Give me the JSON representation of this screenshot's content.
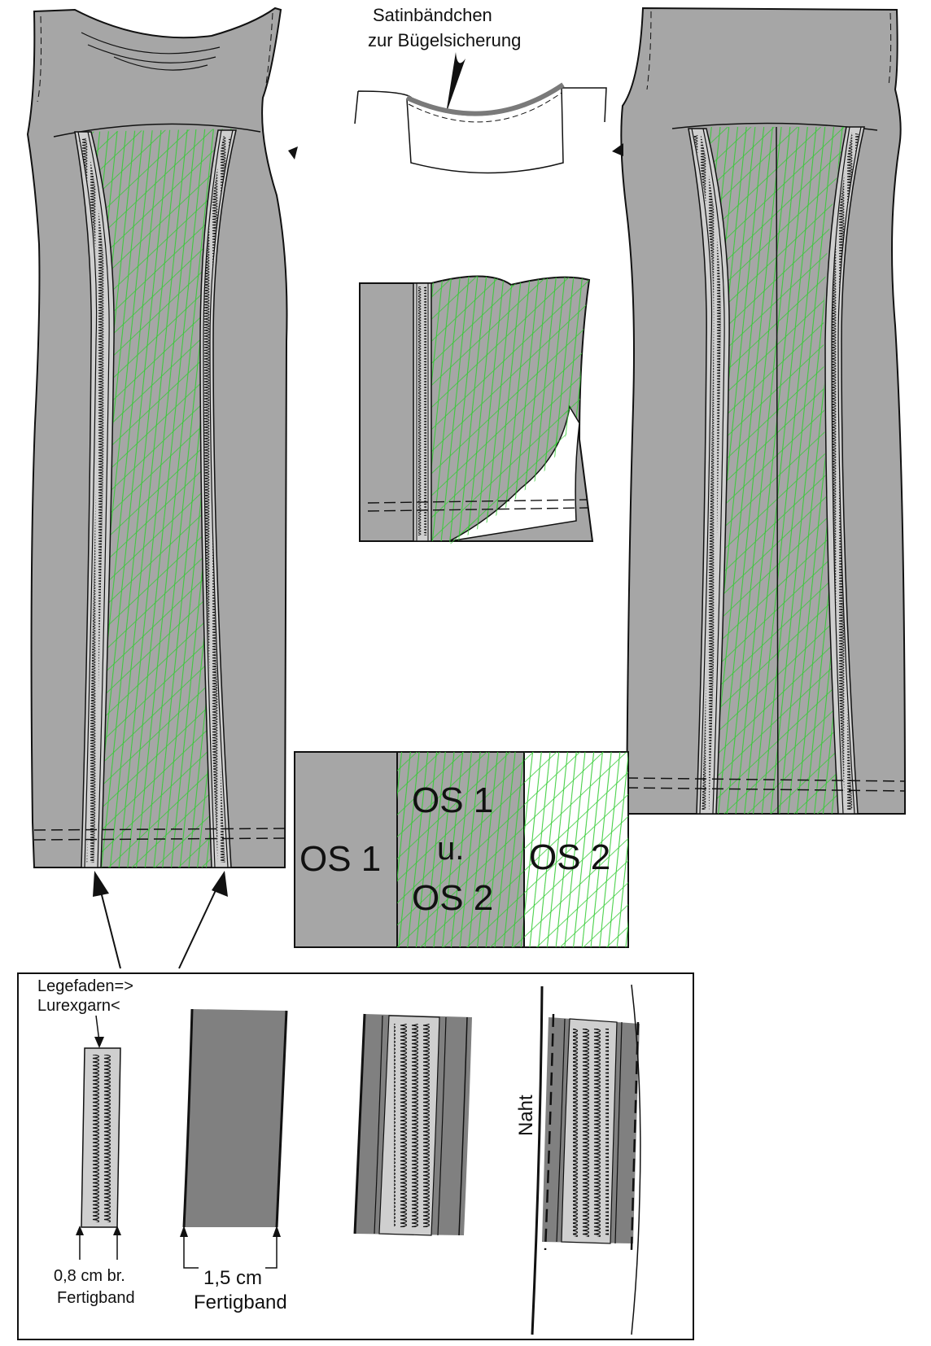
{
  "top_note": {
    "line1": "Satinbändchen",
    "line2": "zur Bügelsicherung"
  },
  "legend": {
    "cell1": "OS 1",
    "cell2_line1": "OS 1",
    "cell2_line2": "u.",
    "cell2_line3": "OS 2",
    "cell3": "OS 2"
  },
  "detail_box": {
    "legefaden": "Legefaden=>",
    "lurexgarn": "Lurexgarn<",
    "band08_line1": "0,8 cm br.",
    "band08_line2": "Fertigband",
    "band15_line1": "1,5 cm",
    "band15_line2": "Fertigband",
    "seam_label": "Naht"
  },
  "colors": {
    "fabric_gray": "#a6a6a6",
    "band_dark": "#7a7a7a",
    "band_light": "#cfcfcf",
    "hatch_green": "#33cc33",
    "outline": "#111111"
  }
}
